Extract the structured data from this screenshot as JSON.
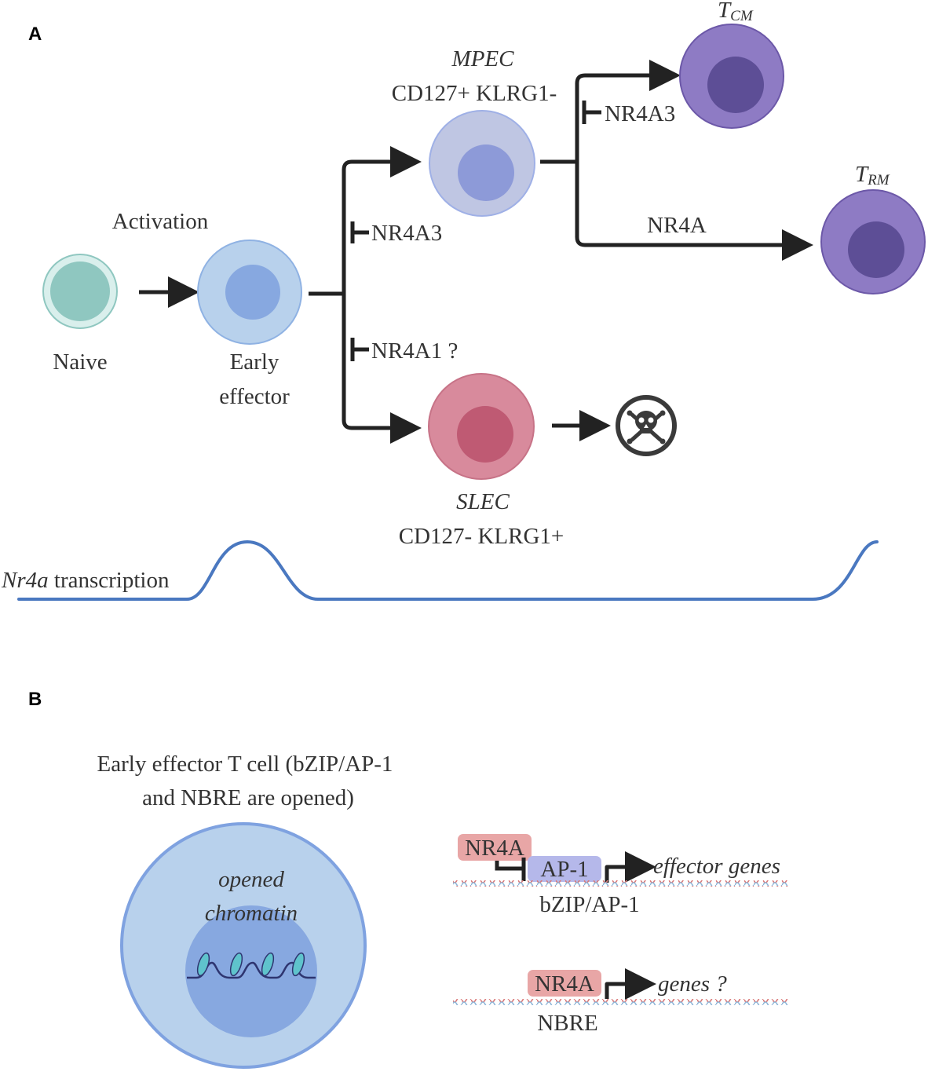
{
  "panel_a": {
    "label": "A",
    "activation": "Activation",
    "naive": "Naive",
    "early_effector_line1": "Early",
    "early_effector_line2": "effector",
    "mpec_title": "MPEC",
    "mpec_markers": "CD127+ KLRG1-",
    "slec_title": "SLEC",
    "slec_markers": "CD127- KLRG1+",
    "tcm_main": "T",
    "tcm_sub": "CM",
    "trm_main": "T",
    "trm_sub": "RM",
    "inhib_mpec": "NR4A3",
    "inhib_slec": "NR4A1 ?",
    "inhib_tcm": "NR4A3",
    "trm_promote": "NR4A",
    "transcription_gene": "Nr4a",
    "transcription_word": " transcription",
    "skull_icon": "skull-crossbones",
    "colors": {
      "naive": "#8fc7c0",
      "early_effector": "#b8d1ec",
      "mpec": "#bfc6e3",
      "slec": "#d88a9c",
      "memory": "#8e7bc4",
      "curve": "#4a78c0"
    }
  },
  "panel_b": {
    "label": "B",
    "cell_title_line1": "Early effector T cell (bZIP/AP-1",
    "cell_title_line2": "and NBRE are opened)",
    "chromatin_line1": "opened",
    "chromatin_line2": "chromatin",
    "row1_factor": "NR4A",
    "row1_ap1": "AP-1",
    "row1_target": "effector genes",
    "row1_site": "bZIP/AP-1",
    "row2_factor": "NR4A",
    "row2_target": "genes ?",
    "row2_site": "NBRE",
    "colors": {
      "nr4a_box": "#e8a6a6",
      "ap1_box": "#b5b8ea",
      "dna_a": "#d97b7b",
      "dna_b": "#8fb6d8"
    }
  }
}
